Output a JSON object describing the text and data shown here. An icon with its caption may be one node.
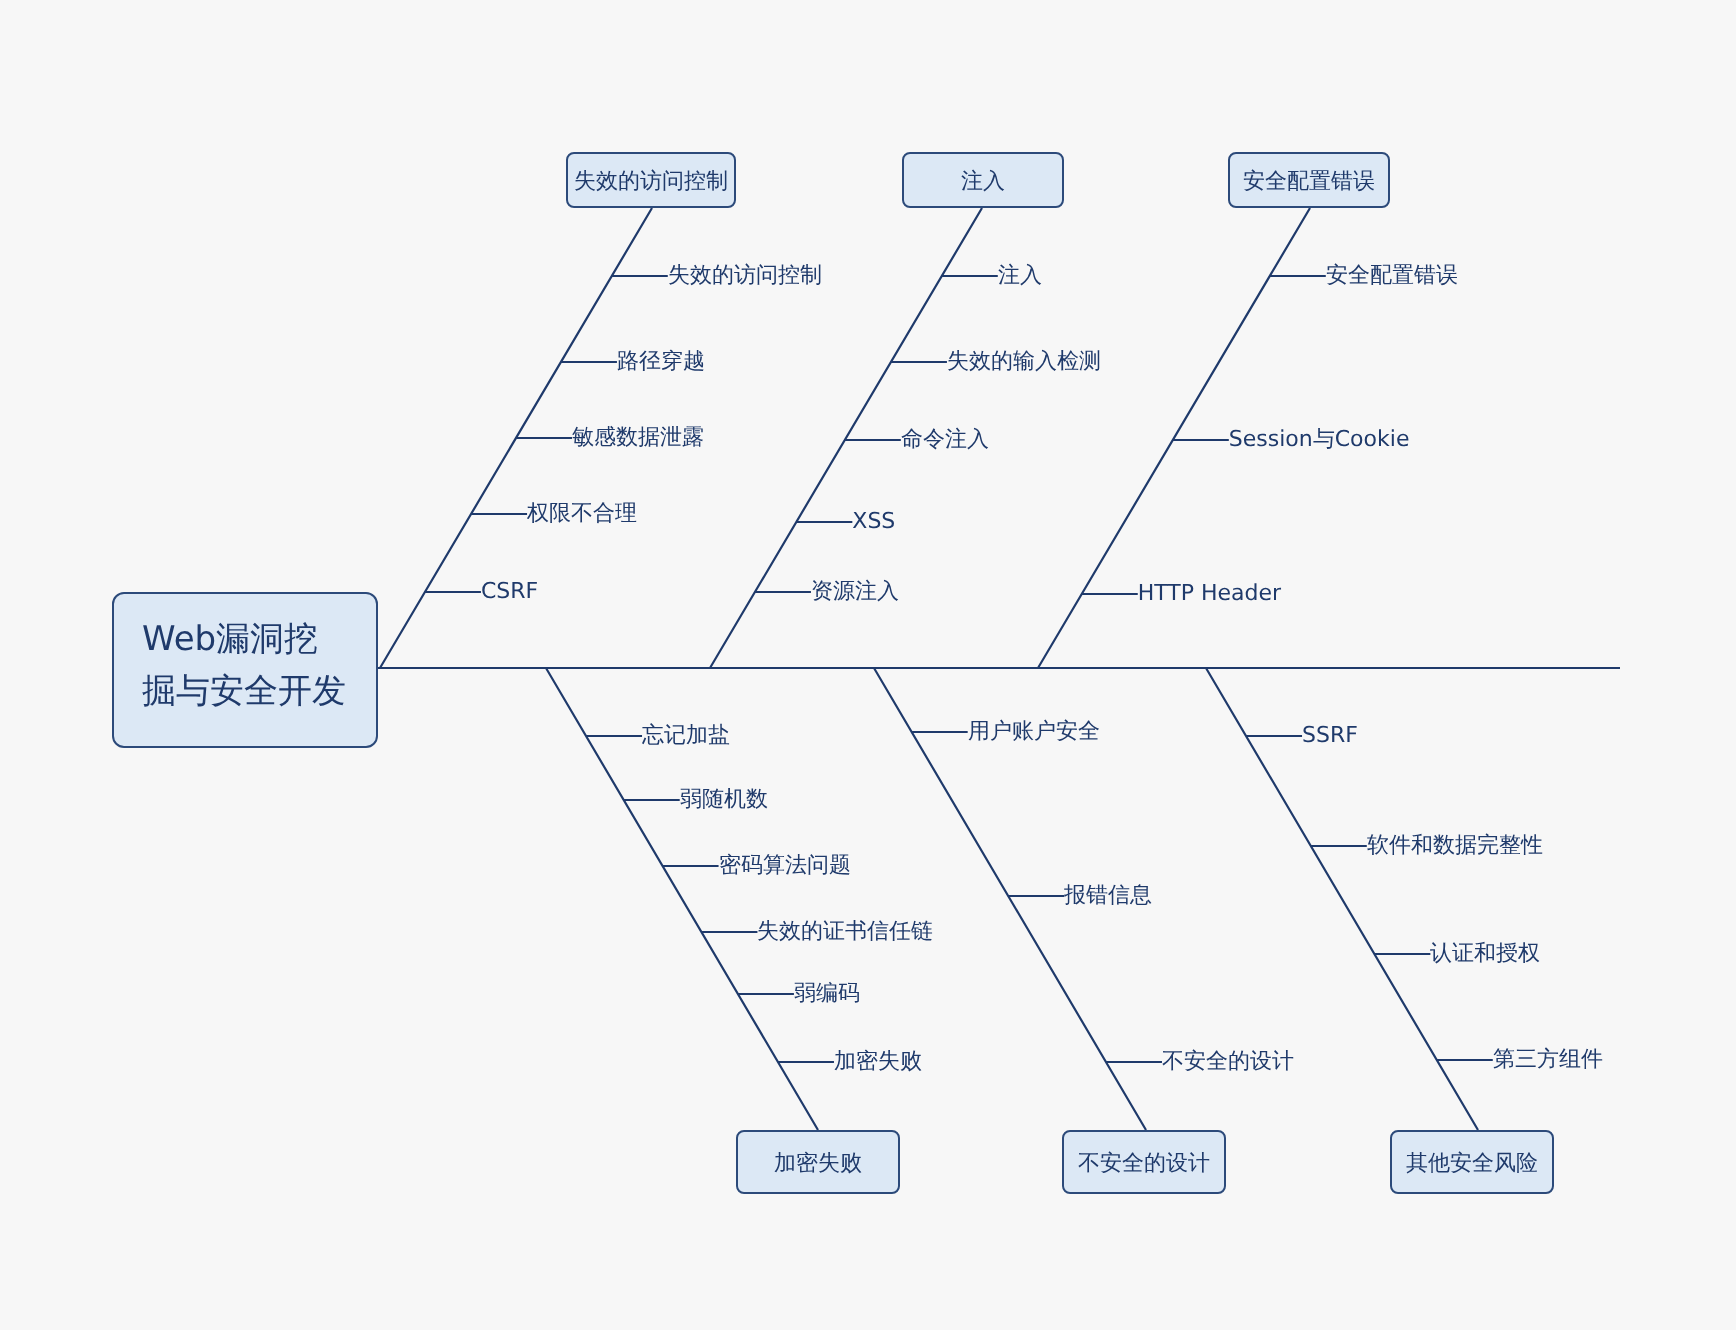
{
  "diagram": {
    "nodes": [
      {
        "text": [
          "Web漏洞挖掘与安全开发"
        ]
      },
      {
        "text": [
          "失效的访问控制"
        ]
      },
      {
        "text": [
          "失效的访问控制"
        ]
      },
      {
        "text": [
          "路径穿越"
        ]
      },
      {
        "text": [
          "敏感数据泄露"
        ]
      },
      {
        "text": [
          "权限不合理"
        ]
      },
      {
        "text": [
          "CSRF"
        ]
      },
      {
        "text": [
          "注入"
        ]
      },
      {
        "text": [
          "注入"
        ]
      },
      {
        "text": [
          "失效的输入检测"
        ]
      },
      {
        "text": [
          "命令注入"
        ]
      },
      {
        "text": [
          "XSS"
        ]
      },
      {
        "text": [
          "资源注入"
        ]
      },
      {
        "text": [
          "安全配置错误"
        ]
      },
      {
        "text": [
          "安全配置错误"
        ]
      },
      {
        "text": [
          "Session与Cookie"
        ]
      },
      {
        "text": [
          "HTTP Header"
        ]
      },
      {
        "text": [
          "加密失败"
        ]
      },
      {
        "text": [
          "忘记加盐"
        ]
      },
      {
        "text": [
          "弱随机数"
        ]
      },
      {
        "text": [
          "密码算法问题"
        ]
      },
      {
        "text": [
          "失效的证书信任链"
        ]
      },
      {
        "text": [
          "弱编码"
        ]
      },
      {
        "text": [
          "加密失败"
        ]
      },
      {
        "text": [
          "不安全的设计"
        ]
      },
      {
        "text": [
          "用户账户安全"
        ]
      },
      {
        "text": [
          "报错信息"
        ]
      },
      {
        "text": [
          "不安全的设计"
        ]
      },
      {
        "text": [
          "其他安全风险"
        ]
      },
      {
        "text": [
          "SSRF"
        ]
      },
      {
        "text": [
          "软件和数据完整性"
        ]
      },
      {
        "text": [
          "认证和授权"
        ]
      },
      {
        "text": [
          "第三方组件"
        ]
      }
    ],
    "edges": [
      {
        "from": 0,
        "to": null,
        "arrow": "none"
      },
      {
        "from": 1,
        "to": 0,
        "arrow": "none"
      },
      {
        "from": 2,
        "to": null,
        "arrow": "none"
      },
      {
        "from": 3,
        "to": null,
        "arrow": "none"
      },
      {
        "from": 4,
        "to": null,
        "arrow": "none"
      },
      {
        "from": 5,
        "to": null,
        "arrow": "none"
      },
      {
        "from": 6,
        "to": null,
        "arrow": "none"
      },
      {
        "from": 7,
        "to": 0,
        "arrow": "none"
      },
      {
        "from": 8,
        "to": null,
        "arrow": "none"
      },
      {
        "from": 9,
        "to": null,
        "arrow": "none"
      },
      {
        "from": 10,
        "to": null,
        "arrow": "none"
      },
      {
        "from": 11,
        "to": null,
        "arrow": "none"
      },
      {
        "from": 12,
        "to": null,
        "arrow": "none"
      },
      {
        "from": 13,
        "to": 0,
        "arrow": "none"
      },
      {
        "from": 14,
        "to": null,
        "arrow": "none"
      },
      {
        "from": 15,
        "to": null,
        "arrow": "none"
      },
      {
        "from": 16,
        "to": null,
        "arrow": "none"
      },
      {
        "from": 17,
        "to": 0,
        "arrow": "none"
      },
      {
        "from": 18,
        "to": null,
        "arrow": "none"
      },
      {
        "from": 19,
        "to": null,
        "arrow": "none"
      },
      {
        "from": 20,
        "to": null,
        "arrow": "none"
      },
      {
        "from": 21,
        "to": null,
        "arrow": "none"
      },
      {
        "from": 22,
        "to": null,
        "arrow": "none"
      },
      {
        "from": 23,
        "to": null,
        "arrow": "none"
      },
      {
        "from": 24,
        "to": 0,
        "arrow": "none"
      },
      {
        "from": 25,
        "to": null,
        "arrow": "none"
      },
      {
        "from": 26,
        "to": null,
        "arrow": "none"
      },
      {
        "from": 27,
        "to": null,
        "arrow": "none"
      },
      {
        "from": 28,
        "to": 0,
        "arrow": "none"
      },
      {
        "from": 29,
        "to": null,
        "arrow": "none"
      },
      {
        "from": 30,
        "to": null,
        "arrow": "none"
      },
      {
        "from": 31,
        "to": null,
        "arrow": "none"
      },
      {
        "from": 32,
        "to": null,
        "arrow": "none"
      }
    ]
  }
}
